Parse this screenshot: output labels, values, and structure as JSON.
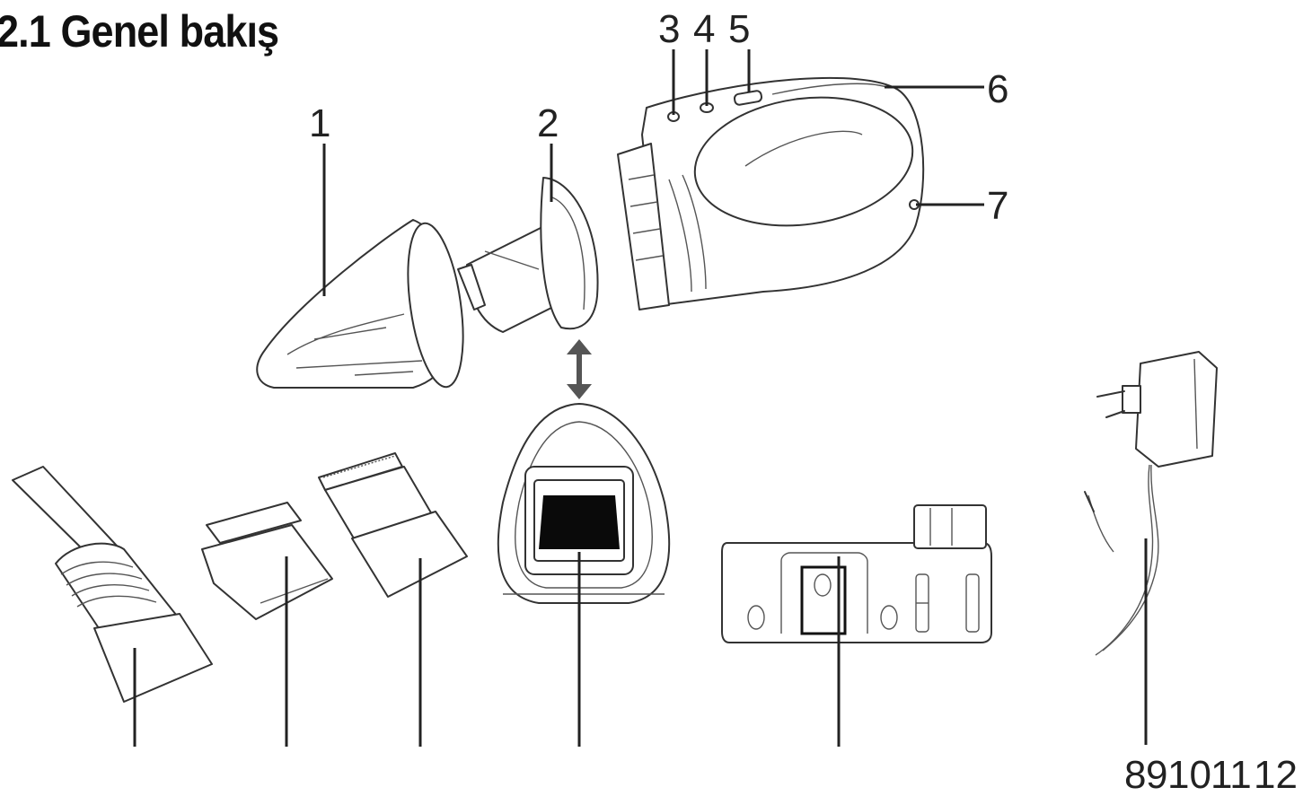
{
  "title": "2.1 Genel bakış",
  "labels": {
    "l1": "1",
    "l2": "2",
    "l3": "3",
    "l4": "4",
    "l5": "5",
    "l6": "6",
    "l7": "7",
    "l8": "8",
    "l9": "9",
    "l10": "10",
    "l11": "11",
    "l12": "12"
  }
}
